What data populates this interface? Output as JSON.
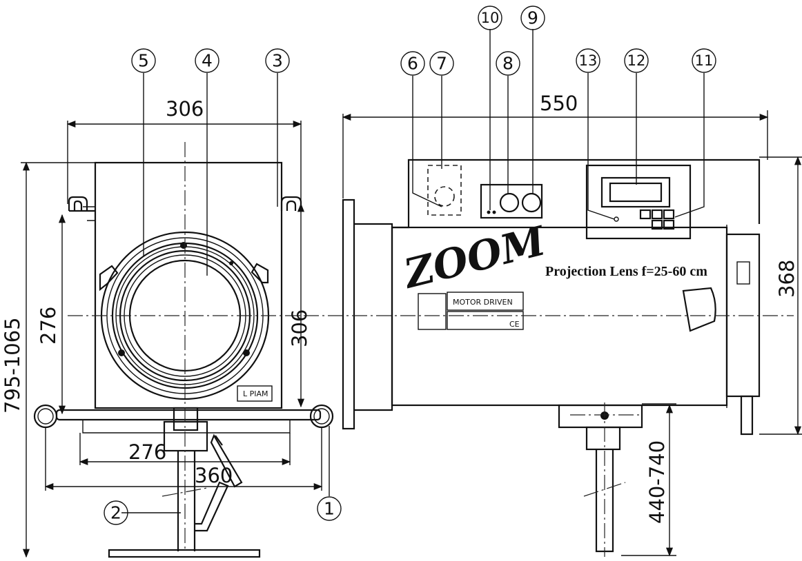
{
  "dimensions": {
    "top_width_front": "306",
    "overall_length_side": "550",
    "height_left_outer": "795-1065",
    "height_left_inner": "276",
    "height_right_front": "306",
    "bottom_width_inner": "276",
    "bottom_width_outer": "360",
    "height_side": "368",
    "stand_height": "440-740"
  },
  "callouts": [
    "1",
    "2",
    "3",
    "4",
    "5",
    "6",
    "7",
    "8",
    "9",
    "10",
    "11",
    "12",
    "13"
  ],
  "lens_branding": {
    "brand": "ZOOM",
    "title": "Projection Lens f=25-60 cm",
    "plate": "MOTOR DRIVEN",
    "front_tag": "L PIAM",
    "ce_mark": "CE"
  }
}
